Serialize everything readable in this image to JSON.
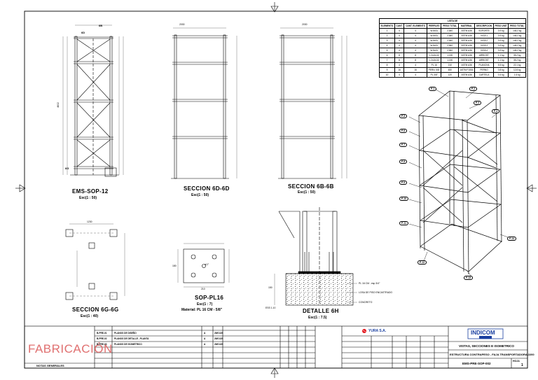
{
  "views": {
    "ems_sop": {
      "title": "EMS-SOP-12",
      "scale": "Esc(1 : 50)"
    },
    "sec_6d": {
      "title": "SECCION 6D-6D",
      "scale": "Esc(1 : 50)"
    },
    "sec_6b": {
      "title": "SECCION 6B-6B",
      "scale": "Esc(1 : 50)"
    },
    "sec_6g": {
      "title": "SECCION 6G-6G",
      "scale": "Esc(1 : 40)"
    },
    "sop_pl": {
      "title": "SOP-PL16",
      "scale": "Esc(1 : 7)",
      "material": "Material: PL 16 CM - 5/8\""
    },
    "det_6h": {
      "title": "DETALLE 6H",
      "scale": "Esc(1 : 7.5)"
    }
  },
  "dims": {
    "w_top": "2030",
    "h_total": "4602",
    "sec_w": "1230",
    "plate_w": "210",
    "plate_h": "180",
    "hole": "ø17",
    "anchor_depth": "ESS 1.10",
    "grout": "150"
  },
  "callouts": {
    "plate_note": "PL 16 CM - esp 3/4\"",
    "grout_note": "LOSA DE PISO ENCASTRADO",
    "concrete": "CONCRETO"
  },
  "bom": {
    "header": "LISTA DE",
    "columns": [
      "ELEMENTO",
      "CANT.",
      "CANT. ELEMENTO",
      "PERFILES",
      "PESO TOTAL",
      "MATERIAL",
      "DESCRIPCION",
      "PESO UNIT",
      "PESO TOTAL"
    ],
    "rows": [
      [
        "1",
        "4",
        "4",
        "W 8x31",
        "2,840",
        "ASTM A36",
        "SOPORTE",
        "3.9 kg",
        "146.2 kg"
      ],
      [
        "2",
        "4",
        "4",
        "W 8x31",
        "2,840",
        "ASTM A36",
        "VIGA 1",
        "3.9 kg",
        "146.2 kg"
      ],
      [
        "3",
        "4",
        "4",
        "W 8x31",
        "2,840",
        "ASTM A36",
        "VIGA 2",
        "3.9 kg",
        "146.2 kg"
      ],
      [
        "4",
        "4",
        "4",
        "W 8x31",
        "2,840",
        "ASTM A36",
        "VIGA 3",
        "3.9 kg",
        "146.2 kg"
      ],
      [
        "5",
        "4",
        "4",
        "W 8x31",
        "2,840",
        "ASTM A36",
        "VIGA 4",
        "3.9 kg",
        "146.2 kg"
      ],
      [
        "6",
        "8",
        "8",
        "L 2x2x1/4",
        "1,150",
        "ASTM A36",
        "ARRIOST.",
        "1.1 kg",
        "35.2 kg"
      ],
      [
        "7",
        "8",
        "8",
        "L 2x2x1/4",
        "1,150",
        "ASTM A36",
        "ARRIOST.",
        "1.1 kg",
        "35.2 kg"
      ],
      [
        "8",
        "4",
        "4",
        "PL 16",
        "210",
        "ASTM A36",
        "PLANCHA",
        "5.5 kg",
        "22.1 kg"
      ],
      [
        "9",
        "16",
        "16",
        "PERN. 5/8\"",
        "450",
        "ASTM F1554",
        "PERNO",
        "0.8 kg",
        "12.8 kg"
      ],
      [
        "10",
        "4",
        "4",
        "PL 3/8\"",
        "120",
        "ASTM A36",
        "CARTELA",
        "0.4 kg",
        "1.6 kg"
      ]
    ]
  },
  "iso_tags": [
    "P-1",
    "P-2",
    "P-3",
    "P-4",
    "P-5",
    "P-6",
    "P-7",
    "P-8",
    "P-9",
    "P-10",
    "P-11",
    "P-12",
    "P-13",
    "P-14"
  ],
  "titleblock": {
    "fabricacion": "FABRICACIÓN",
    "notes_label": "NOTAS GENERALES",
    "revisions": [
      [
        "B-PRE-01",
        "PLANOS DE DISEÑO",
        "A",
        "26/01/20"
      ],
      [
        "B-PRE-02",
        "PLANOS DE DETALLE - PLANTA",
        "A",
        "26/01/20"
      ],
      [
        "B-PRE-03",
        "PLANOS DE ISOMETRICO",
        "A",
        "26/01/20"
      ]
    ],
    "company_left": "YURA S.A.",
    "company_right": "INDICOM",
    "drawing_title": "VISTAS, SECCIONES E ISOMETRICO",
    "project": "ESTRUCTURA CONTRAPESO - FAJA TRANSPORTADORA 2200",
    "drawing_no": "EMS-PRE-SOP-002",
    "rev": "1",
    "sheet_label": "HOJA"
  }
}
